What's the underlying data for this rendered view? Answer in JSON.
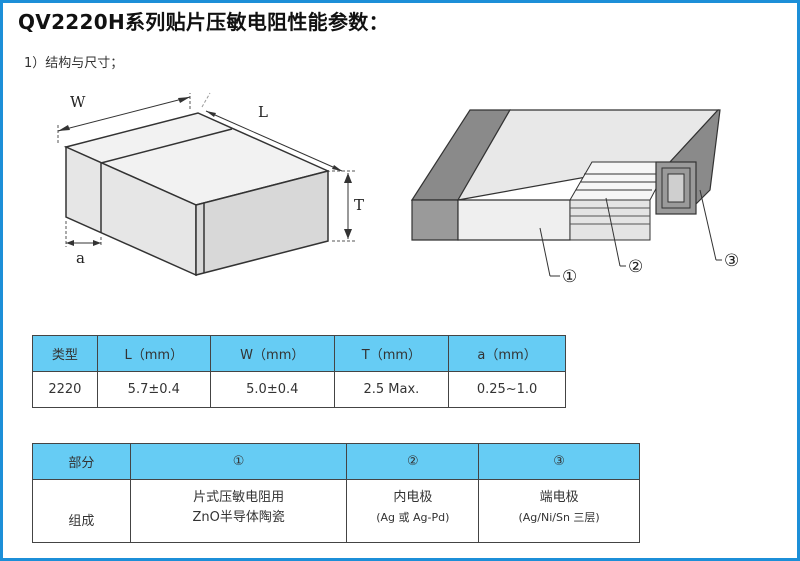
{
  "title": "QV2220H系列贴片压敏电阻性能参数：",
  "subtitle": "1）结构与尺寸；",
  "figure_left": {
    "label_w": "W",
    "label_l": "L",
    "label_t": "T",
    "label_a": "a"
  },
  "figure_right": {
    "marker_1": "①",
    "marker_2": "②",
    "marker_3": "③"
  },
  "dimensions_table": {
    "headers": [
      "类型",
      "L（mm）",
      "W（mm）",
      "T（mm）",
      "a（mm）"
    ],
    "row": [
      "2220",
      "5.7±0.4",
      "5.0±0.4",
      "2.5 Max.",
      "0.25~1.0"
    ]
  },
  "parts_table": {
    "headers": [
      "部分",
      "①",
      "②",
      "③"
    ],
    "row_label": "组成",
    "col1_line1": "片式压敏电阻用",
    "col1_line2": "ZnO半导体陶瓷",
    "col2_line1": "内电极",
    "col2_line2": "(Ag 或 Ag-Pd)",
    "col3_line1": "端电极",
    "col3_line2": "(Ag/Ni/Sn 三层)"
  },
  "colors": {
    "border": "#1c8fd8",
    "header_bg": "#66ccf4"
  }
}
